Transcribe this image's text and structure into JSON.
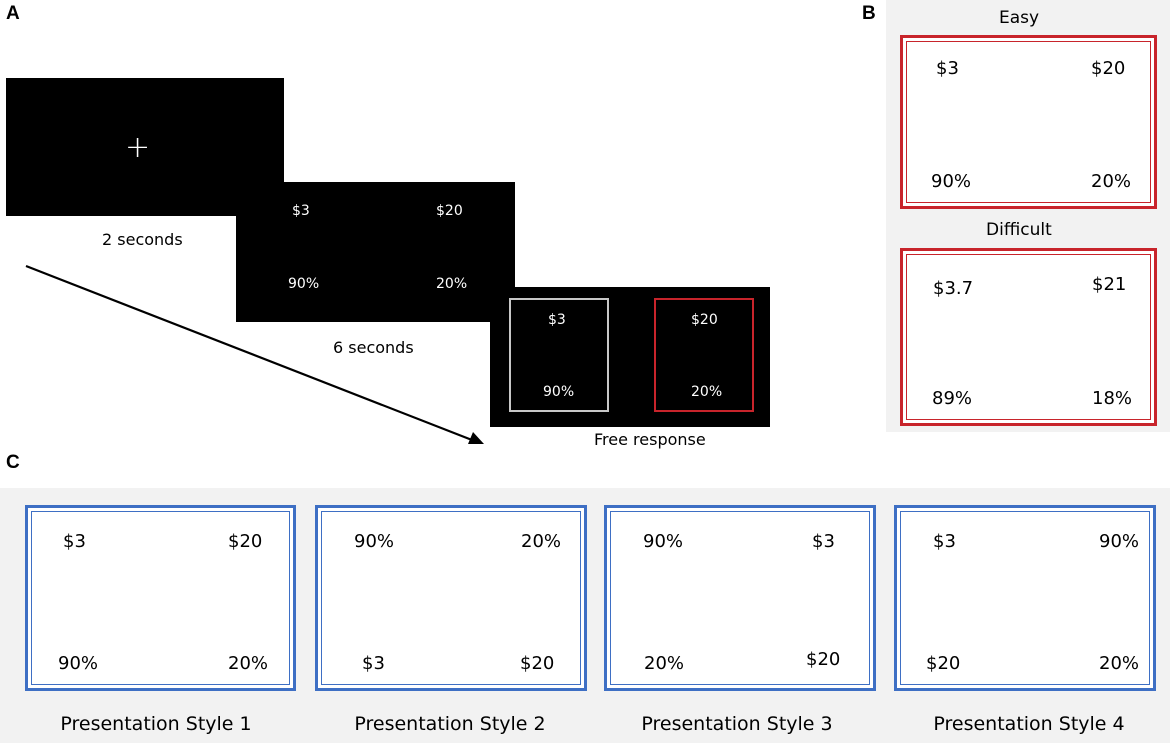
{
  "colors": {
    "screen": "#000000",
    "red": "#c8242b",
    "blue": "#3e6fc4",
    "gray_box": "#c8c8c8",
    "panel_bg": "#f2f2f2"
  },
  "panel_a": {
    "letter": "A",
    "fixation": {
      "symbol": "+",
      "caption": "2 seconds"
    },
    "options_screen": {
      "top_left": "$3",
      "top_right": "$20",
      "bottom_left": "90%",
      "bottom_right": "20%",
      "caption": "6 seconds"
    },
    "response_screen": {
      "left_top": "$3",
      "left_bottom": "90%",
      "right_top": "$20",
      "right_bottom": "20%",
      "caption": "Free response"
    }
  },
  "panel_b": {
    "letter": "B",
    "easy": {
      "title": "Easy",
      "top_left": "$3",
      "top_right": "$20",
      "bottom_left": "90%",
      "bottom_right": "20%"
    },
    "difficult": {
      "title": "Difficult",
      "top_left": "$3.7",
      "top_right": "$21",
      "bottom_left": "89%",
      "bottom_right": "18%"
    }
  },
  "panel_c": {
    "letter": "C",
    "styles": [
      {
        "caption": "Presentation Style 1",
        "top_left": "$3",
        "top_right": "$20",
        "bottom_left": "90%",
        "bottom_right": "20%"
      },
      {
        "caption": "Presentation Style 2",
        "top_left": "90%",
        "top_right": "20%",
        "bottom_left": "$3",
        "bottom_right": "$20"
      },
      {
        "caption": "Presentation Style 3",
        "top_left": "90%",
        "top_right": "$3",
        "bottom_left": "20%",
        "bottom_right": "$20"
      },
      {
        "caption": "Presentation Style 4",
        "top_left": "$3",
        "top_right": "90%",
        "bottom_left": "$20",
        "bottom_right": "20%"
      }
    ]
  }
}
